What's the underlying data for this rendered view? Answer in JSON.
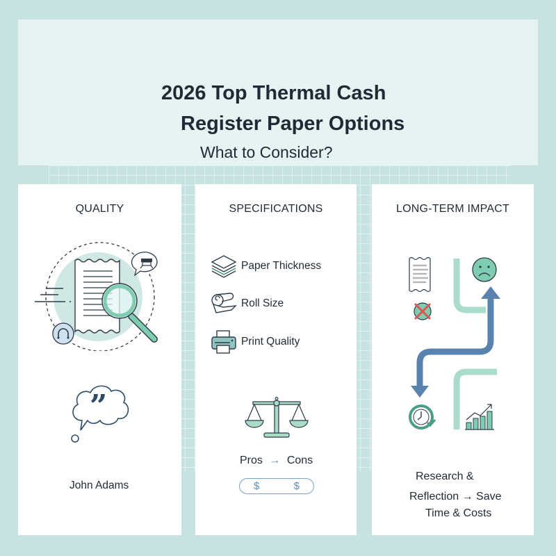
{
  "header": {
    "title_line1": "2026 Top Thermal Cash",
    "title_line2": "Register Paper Options",
    "subtitle": "What to Consider?"
  },
  "colors": {
    "background": "#c6e2e1",
    "header_bg": "#e6f3f2",
    "card_bg": "#ffffff",
    "text": "#1f2a36",
    "mint": "#7fcdb0",
    "mint_light": "#a9dcc9",
    "blue_arrow": "#5a82ae",
    "red_x": "#e05555"
  },
  "cards": [
    {
      "title": "QUALITY",
      "icons": [
        "receipt-magnifier-icon",
        "printer-speech-icon",
        "headphones-icon",
        "quote-thought-bubble-icon"
      ],
      "quote_author": "John Adams"
    },
    {
      "title": "SPECIFICATIONS",
      "items": [
        {
          "icon": "paper-stack-icon",
          "label": "Paper Thickness"
        },
        {
          "icon": "paper-roll-icon",
          "label": "Roll Size"
        },
        {
          "icon": "printer-icon",
          "label": "Print Quality"
        }
      ],
      "balance_icon": "scales-icon",
      "pros_cons": {
        "pros": "Pros",
        "arrow": "→",
        "cons": "Cons"
      },
      "pill": {
        "left": "$",
        "right": "$"
      }
    },
    {
      "title": "LONG-TERM IMPACT",
      "icons": [
        "faded-receipt-icon",
        "red-x-icon",
        "sad-face-icon",
        "clock-check-icon",
        "growth-chart-icon"
      ],
      "caption_line1": "Research &",
      "caption_line2": "Reflection → Save",
      "caption_line3": "Time & Costs"
    }
  ]
}
